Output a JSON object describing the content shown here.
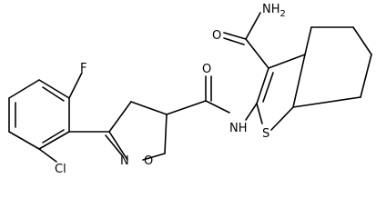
{
  "molecule": {
    "atom_labels": {
      "nh2": "NH",
      "nh2_sub": "2",
      "o_amide_top": "O",
      "o_amide_mid": "O",
      "nh": "NH",
      "s": "S",
      "n_ring": "N",
      "o_ring": "O",
      "f": "F",
      "cl": "Cl"
    }
  },
  "colors": {
    "bond": "#000000",
    "text": "#000000",
    "background": "#ffffff"
  }
}
